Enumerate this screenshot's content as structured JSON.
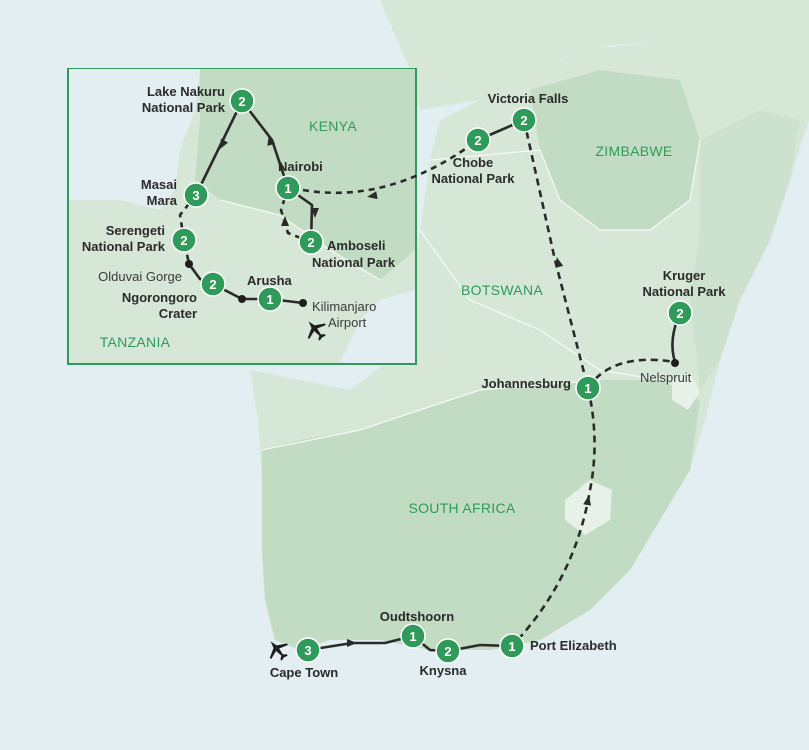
{
  "countries": {
    "kenya": "KENYA",
    "tanzania": "TANZANIA",
    "zimbabwe": "ZIMBABWE",
    "botswana": "BOTSWANA",
    "south_africa": "SOUTH AFRICA"
  },
  "stops": {
    "lake_nakuru": {
      "l1": "Lake Nakuru",
      "l2": "National Park",
      "nights": "2"
    },
    "masai_mara": {
      "l1": "Masai",
      "l2": "Mara",
      "nights": "3"
    },
    "serengeti": {
      "l1": "Serengeti",
      "l2": "National Park",
      "nights": "2"
    },
    "olduvai": {
      "l1": "Olduvai Gorge"
    },
    "ngorongoro": {
      "l1": "Ngorongoro",
      "l2": "Crater",
      "nights": "2"
    },
    "arusha": {
      "l1": "Arusha",
      "nights": "1"
    },
    "kilimanjaro": {
      "l1": "Kilimanjaro",
      "l2": "Airport"
    },
    "nairobi": {
      "l1": "Nairobi",
      "nights": "1"
    },
    "amboseli": {
      "l1": "Amboseli",
      "l2": "National Park",
      "nights": "2"
    },
    "chobe": {
      "l1": "Chobe",
      "l2": "National Park",
      "nights": "2"
    },
    "victoria_falls": {
      "l1": "Victoria Falls",
      "nights": "2"
    },
    "kruger": {
      "l1": "Kruger",
      "l2": "National Park",
      "nights": "2"
    },
    "nelspruit": {
      "l1": "Nelspruit"
    },
    "johannesburg": {
      "l1": "Johannesburg",
      "nights": "1"
    },
    "oudtshoorn": {
      "l1": "Oudtshoorn",
      "nights": "1"
    },
    "knysna": {
      "l1": "Knysna",
      "nights": "2"
    },
    "port_elizabeth": {
      "l1": "Port Elizabeth",
      "nights": "1"
    },
    "cape_town": {
      "l1": "Cape Town",
      "nights": "3"
    }
  },
  "colors": {
    "water": "#e3eef2",
    "land_light": "#d6e7d7",
    "land_dark": "#c2dcc3",
    "badge": "#2f9a5a",
    "route": "#2a2a2a",
    "inset_border": "#2f9a5a"
  },
  "icons": [
    "airplane-icon",
    "route-arrow-icon"
  ]
}
